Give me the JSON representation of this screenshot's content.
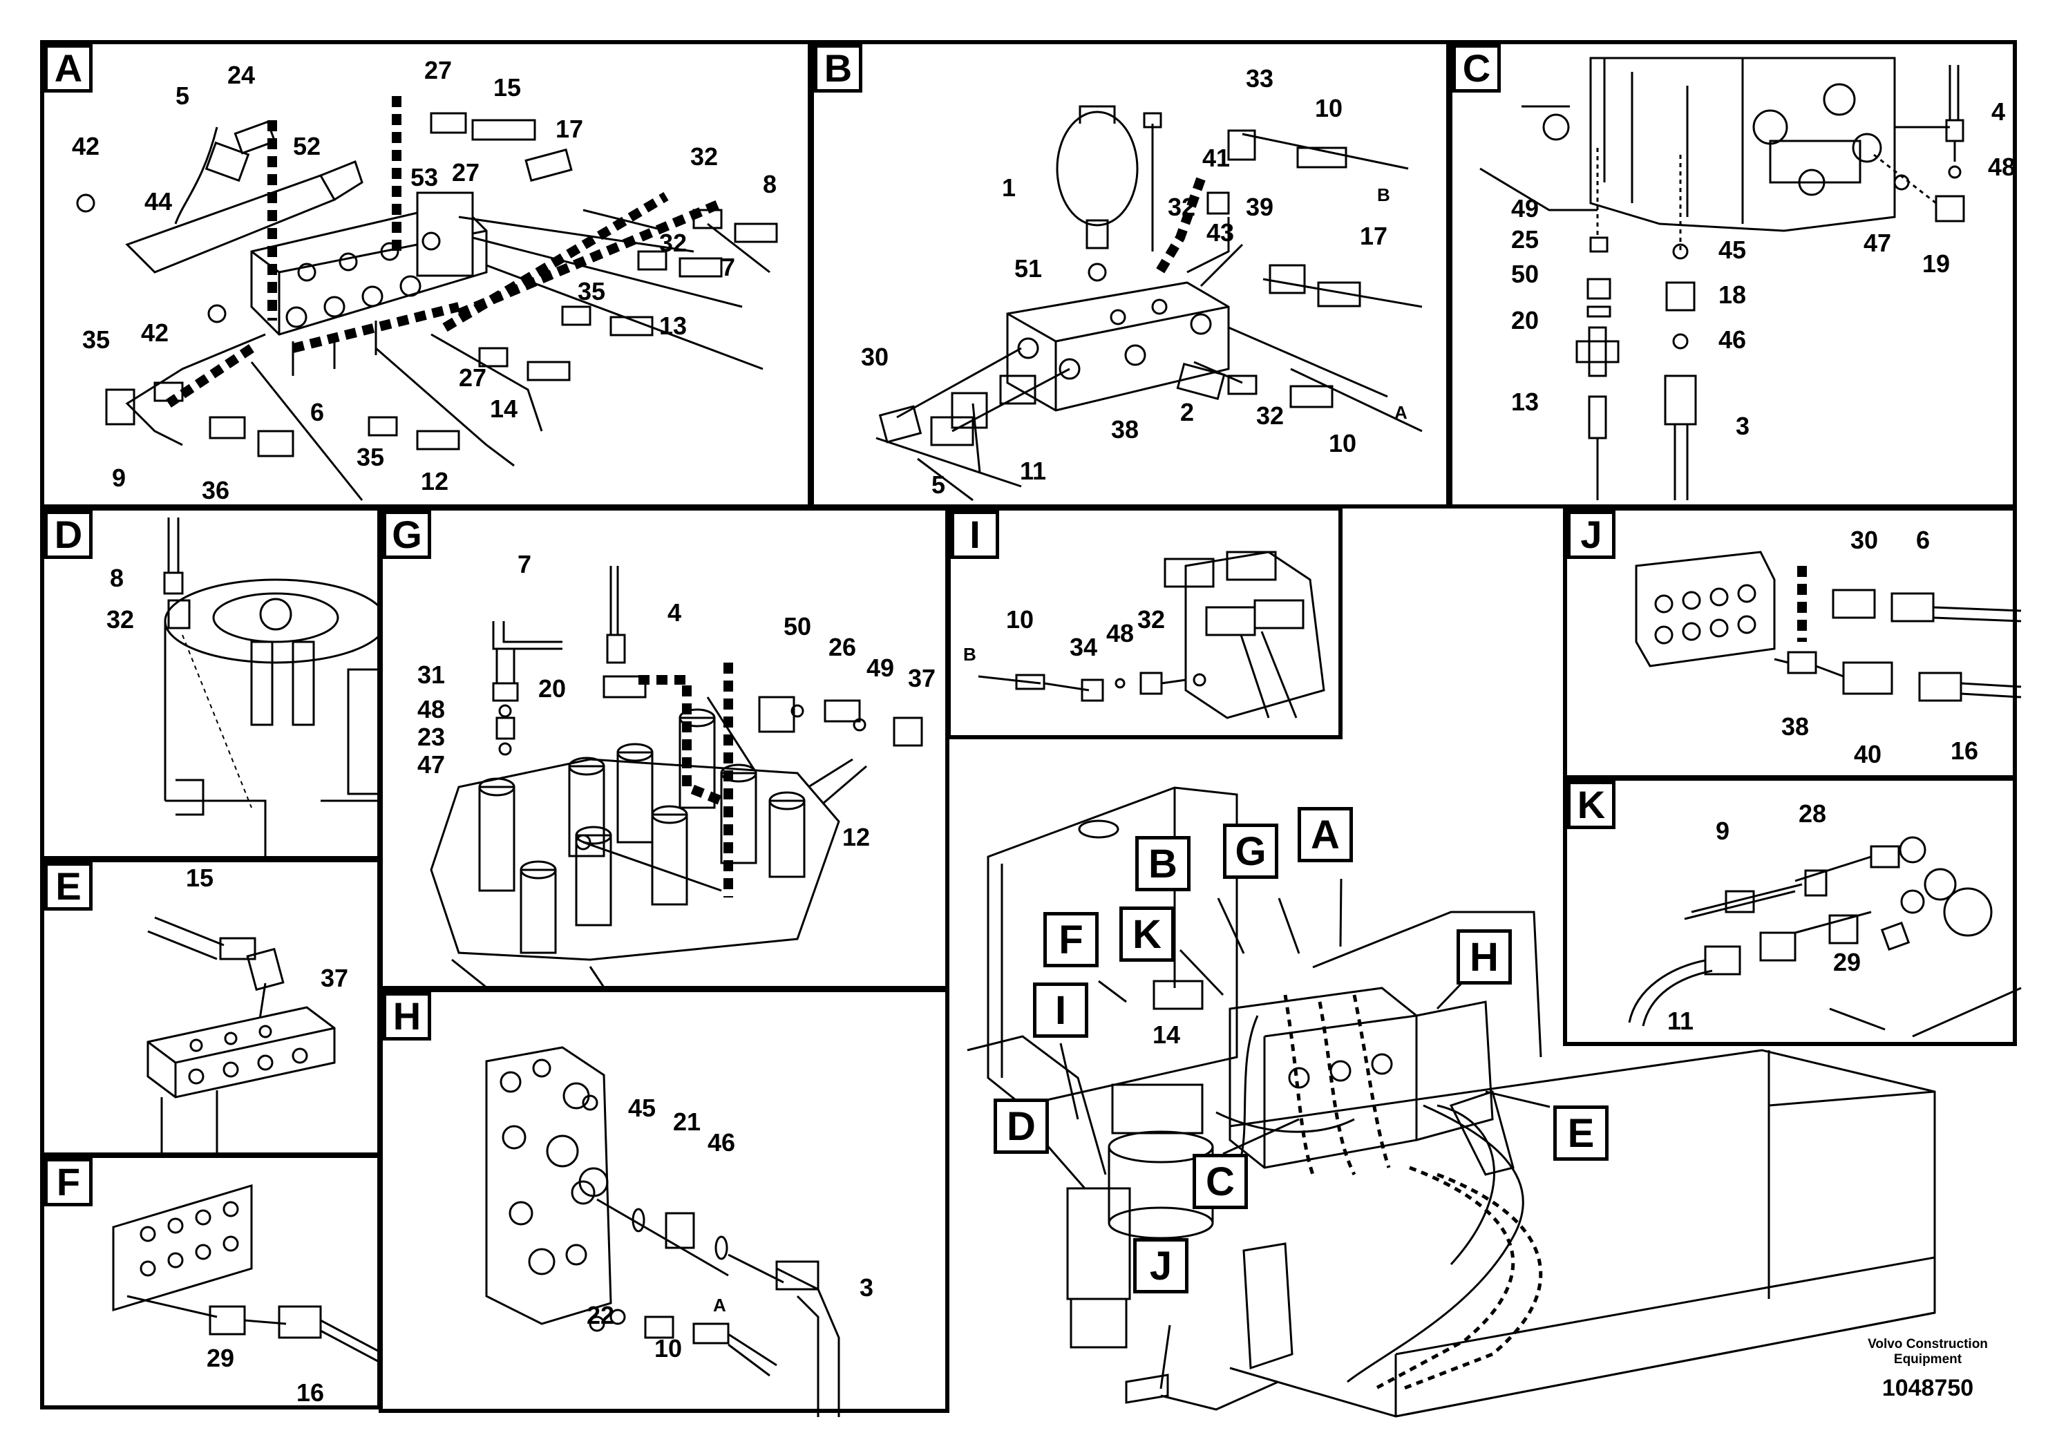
{
  "panels": {
    "A": {
      "label": "A",
      "parts": [
        "5",
        "24",
        "42",
        "52",
        "44",
        "53",
        "27",
        "15",
        "17",
        "27",
        "32",
        "8",
        "32",
        "7",
        "35",
        "13",
        "42",
        "35",
        "27",
        "14",
        "9",
        "36",
        "6",
        "35",
        "12"
      ]
    },
    "B": {
      "label": "B",
      "parts": [
        "33",
        "10",
        "41",
        "1",
        "32",
        "43",
        "39",
        "17",
        "51",
        "30",
        "5",
        "11",
        "38",
        "2",
        "32",
        "10"
      ],
      "letters": [
        "B",
        "A"
      ]
    },
    "C": {
      "label": "C",
      "parts": [
        "4",
        "48",
        "49",
        "25",
        "50",
        "20",
        "13",
        "45",
        "18",
        "46",
        "3",
        "47",
        "19"
      ]
    },
    "D": {
      "label": "D",
      "parts": [
        "8",
        "32"
      ]
    },
    "E": {
      "label": "E",
      "parts": [
        "15",
        "37"
      ]
    },
    "F": {
      "label": "F",
      "parts": [
        "29",
        "16"
      ]
    },
    "G": {
      "label": "G",
      "parts": [
        "7",
        "4",
        "31",
        "20",
        "48",
        "23",
        "47",
        "50",
        "26",
        "49",
        "37",
        "12"
      ]
    },
    "H": {
      "label": "H",
      "parts": [
        "45",
        "21",
        "46",
        "22",
        "10",
        "3"
      ],
      "letters": [
        "A"
      ]
    },
    "I": {
      "label": "I",
      "parts": [
        "10",
        "34",
        "48",
        "32"
      ],
      "letters": [
        "B"
      ]
    },
    "J": {
      "label": "J",
      "parts": [
        "30",
        "6",
        "38",
        "40",
        "16"
      ]
    },
    "K": {
      "label": "K",
      "parts": [
        "28",
        "9",
        "29",
        "11"
      ]
    }
  },
  "overview": {
    "callouts": [
      "A",
      "B",
      "C",
      "D",
      "E",
      "F",
      "G",
      "H",
      "I",
      "J",
      "K"
    ],
    "part_14": "14"
  },
  "footer": {
    "company_line1": "Volvo Construction",
    "company_line2": "Equipment",
    "drawing_number": "1048750"
  }
}
